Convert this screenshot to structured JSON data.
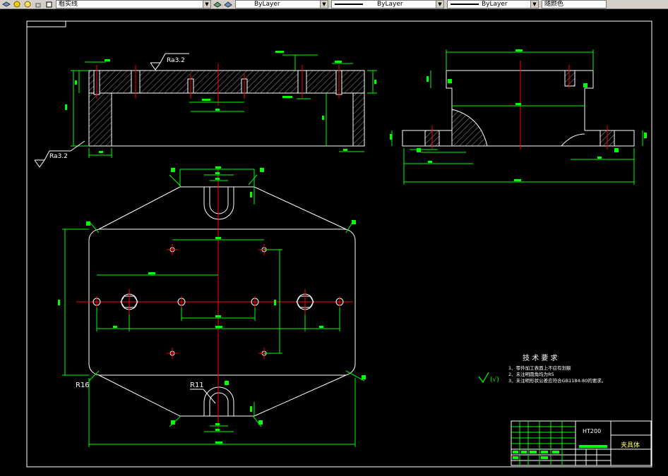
{
  "toolbar": {
    "linetype_label": "粗实线",
    "layer_label": "ByLayer",
    "linetype_combo": "ByLayer",
    "lineweight_combo": "ByLayer",
    "color_label": "随颜色"
  },
  "annotations": {
    "roughness_top": "Ra3.2",
    "roughness_left": "Ra3.2",
    "radius_left": "R16",
    "radius_slot": "R11",
    "tech_title": "技 术 要 求",
    "tech_item_1": "1、零件加工表面上不应有划痕",
    "tech_item_2": "2、未注明圆角均为R5",
    "tech_item_3": "3、未注明形状公差应符合GB1184-80的要求。",
    "material": "HT200",
    "part_name": "夹具体"
  },
  "colors": {
    "background": "#000000",
    "outline": "#ffffff",
    "dimension": "#00ff00",
    "centerline": "#ff0000",
    "frame": "#ffffff",
    "hatch": "#ffffff"
  }
}
